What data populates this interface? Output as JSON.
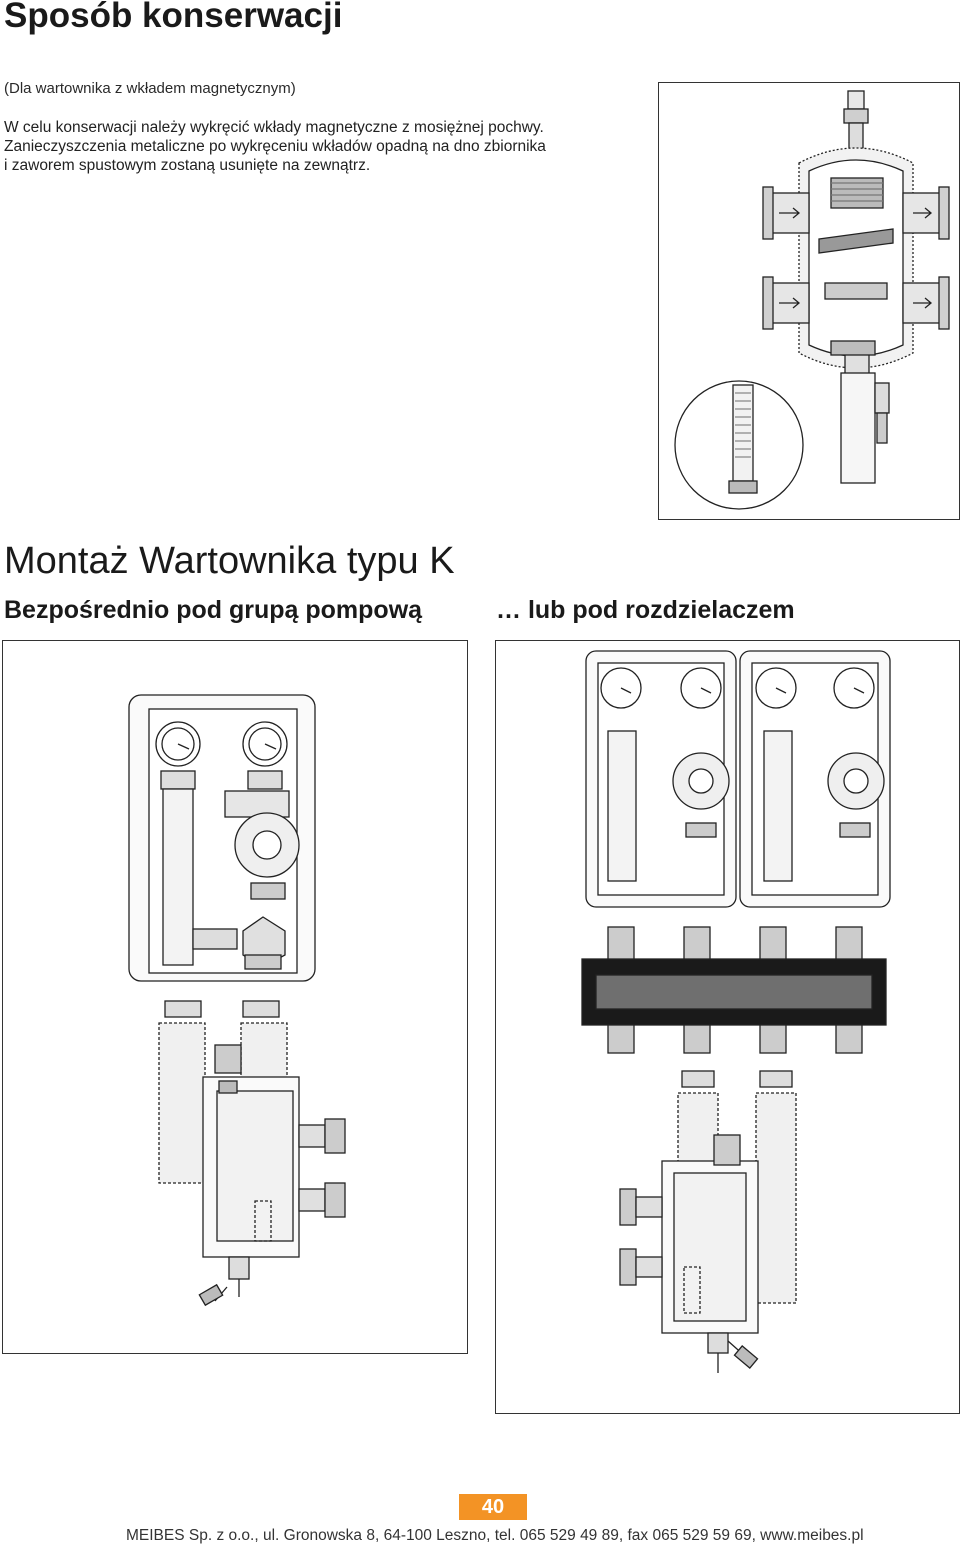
{
  "section": {
    "title": "Sposób konserwacji",
    "note": "(Dla wartownika z wkładem magnetycznym)",
    "paragraph_lines": [
      "W  celu konserwacji należy wykręcić wkłady magnetyczne z mosiężnej pochwy.",
      "Zanieczyszczenia metaliczne po wykręceniu wkładów opadną na dno zbiornika",
      "i zaworem spustowym zostaną usunięte na zewnątrz."
    ]
  },
  "mounting": {
    "title": "Montaż Wartownika typu K",
    "option_left": "Bezpośrednio pod grupą pompową",
    "option_right": "… lub pod rozdzielaczem"
  },
  "figures": {
    "separator_icon": "magnetic-separator-cutaway-drawing",
    "pump_group_icon": "pump-group-with-separator-drawing",
    "manifold_icon": "manifold-with-separator-drawing"
  },
  "footer": {
    "page_number": "40",
    "company": "MEIBES Sp. z o.o., ul. Gronowska 8, 64-100 Leszno, tel. 065 529 49 89, fax 065 529 59 69, www.meibes.pl"
  },
  "colors": {
    "accent": "#f39325",
    "text": "#1a1a1a",
    "manifold": "#6f6f6f"
  }
}
